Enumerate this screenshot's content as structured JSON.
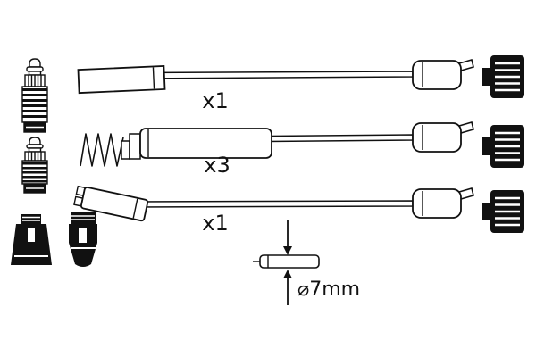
{
  "diagram": {
    "background": "#ffffff",
    "line_color": "#111111",
    "cables": [
      {
        "name": "cable-top",
        "quantity": "x1"
      },
      {
        "name": "cable-middle",
        "quantity": "x3"
      },
      {
        "name": "cable-bottom",
        "quantity": "x1"
      }
    ],
    "measurement": {
      "diameter": "⌀7mm"
    },
    "icons": [
      "spark-plug-icon",
      "spark-plug-icon",
      "distributor-boot-icon",
      "distributor-boot-icon",
      "coil-spring-icon",
      "rubber-boot-icon",
      "rubber-boot-icon",
      "rubber-boot-icon",
      "arrow-down-icon",
      "arrow-up-icon"
    ]
  }
}
